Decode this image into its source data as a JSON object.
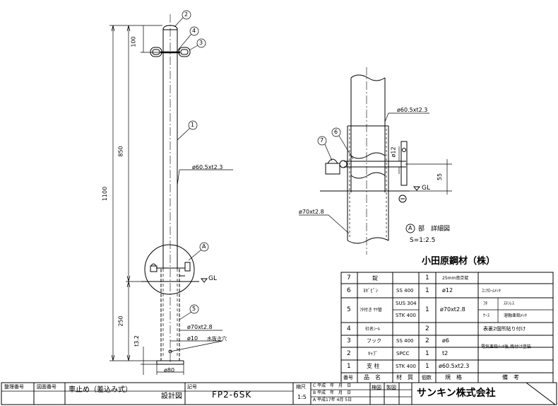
{
  "drawing": {
    "leader_numbers": [
      "1",
      "2",
      "3",
      "4",
      "5",
      "6",
      "7"
    ],
    "detail_marker": "A",
    "dimensions": {
      "d100": "100",
      "d850": "850",
      "d1100": "1100",
      "d250": "250",
      "d32": "t3.2",
      "d80": "ø80",
      "d55": "55",
      "d12": "ø12"
    },
    "labels": {
      "pipe_main": "ø60.5xt2.3",
      "pipe_sleeve": "ø70xt2.8",
      "hole": "ø10",
      "hole_note": "水抜き穴",
      "gl": "GL",
      "detail_pipe_top": "ø60.5xt2.3",
      "detail_pipe_sleeve": "ø70xt2.8",
      "detail_title": "部　詳細図",
      "detail_scale": "S=1:2.5"
    }
  },
  "parts_table": {
    "maker": "小田原鋼材（株）",
    "rows": [
      {
        "no": "7",
        "name": "錠",
        "material": "",
        "qty": "1",
        "spec": "25mm南京錠",
        "note_a": "",
        "note_b": ""
      },
      {
        "no": "6",
        "name": "ﾖｷﾞﾋﾟﾝ",
        "material": "SS 400",
        "qty": "1",
        "spec": "ø12",
        "note_a": "ﾕﾆｸﾛｰﾑﾒｯｷ",
        "note_b": ""
      },
      {
        "no": "5",
        "name": "ﾌﾀ付き ｻﾔ管",
        "material": "SUS 304",
        "material2": "STK 400",
        "qty": "1",
        "spec": "ø70xt2.8",
        "note_a": "ﾌﾀ",
        "note_b": "ｽﾃﾝﾚｽ",
        "note_c": "ｹｰｽ",
        "note_d": "溶融亜鉛ﾒｯｷ"
      },
      {
        "no": "4",
        "name": "社名ｼｰﾙ",
        "material": "",
        "qty": "2",
        "spec": "",
        "note_a": "表裏2個所貼り付け",
        "note_b": ""
      },
      {
        "no": "3",
        "name": "フック",
        "material": "SS 400",
        "qty": "2",
        "spec": "ø6",
        "note_a": "電気亜鉛ﾒｯｷ後,焼付け塗装",
        "note_b": ""
      },
      {
        "no": "2",
        "name": "ｷｬﾌﾟ",
        "material": "SPCC",
        "qty": "1",
        "spec": "t2",
        "note_a": "",
        "note_b": ""
      },
      {
        "no": "1",
        "name": "支 柱",
        "material": "STK 400",
        "qty": "1",
        "spec": "ø60.5xt2.3",
        "note_a": "",
        "note_b": ""
      }
    ],
    "headers": {
      "no": "番号",
      "name": "品　名",
      "material": "材　質",
      "qty": "個数",
      "spec": "規　格",
      "note": "備　考"
    }
  },
  "title_block": {
    "reg_no_label": "整理番号",
    "drawing_no_label": "図面番号",
    "name": "車止め（差込み式）",
    "kind": "設計図",
    "code_label": "記号",
    "code": "FP2-6SK",
    "scale_label": "縮尺",
    "scale": "1:5",
    "rev_c": "C 平成　年　月　日",
    "rev_b": "B 平成　年　月　日",
    "rev_a": "A 平成17年 4月 5日",
    "check_label": "検図",
    "draft_label": "製図",
    "company": "サンキン株式会社"
  }
}
